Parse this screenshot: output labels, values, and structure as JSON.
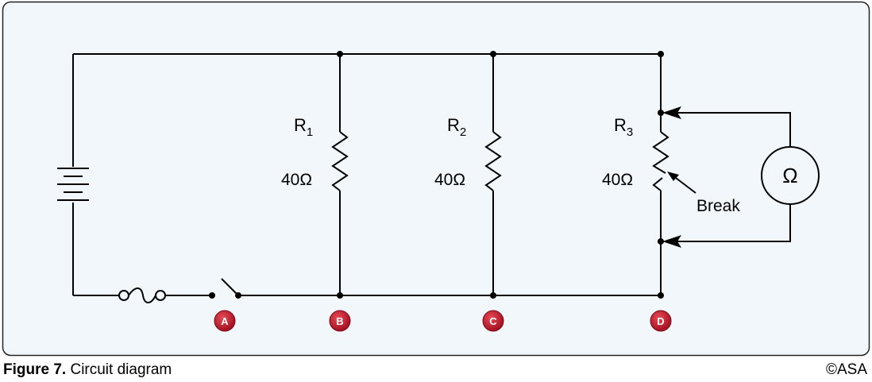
{
  "colors": {
    "background": "#f2f7fb",
    "frame": "#222222",
    "wire": "#000000",
    "badge": "#c8102e"
  },
  "resistors": {
    "r1": {
      "name": "R",
      "sub": "1",
      "value": "40Ω"
    },
    "r2": {
      "name": "R",
      "sub": "2",
      "value": "40Ω"
    },
    "r3": {
      "name": "R",
      "sub": "3",
      "value": "40Ω"
    }
  },
  "ohmmeter": {
    "symbol": "Ω"
  },
  "break_label": "Break",
  "points": {
    "a": "A",
    "b": "B",
    "c": "C",
    "d": "D"
  },
  "caption": {
    "number": "Figure 7.",
    "text": "Circuit diagram"
  },
  "copyright": "©ASA"
}
